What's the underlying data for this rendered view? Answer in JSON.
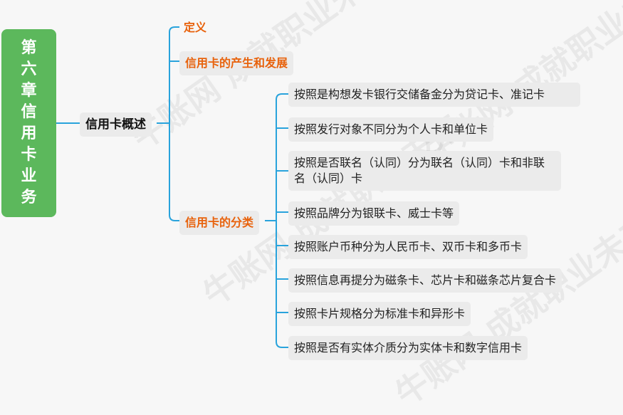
{
  "root": {
    "label": "第六章信用卡业务"
  },
  "level1": {
    "label": "信用卡概述"
  },
  "level2": [
    {
      "label": "定义"
    },
    {
      "label": "信用卡的产生和发展"
    },
    {
      "label": "信用卡的分类"
    }
  ],
  "leaves": [
    "按照是构想发卡银行交储备金分为贷记卡、准记卡",
    "按照发行对象不同分为个人卡和单位卡",
    "按照是否联名（认同）分为联名（认同）卡和非联名（认同）卡",
    "按照品牌分为银联卡、威士卡等",
    "按照账户币种分为人民币卡、双币卡和多币卡",
    "按照信息再提分为磁条卡、芯片卡和磁条芯片复合卡",
    "按照卡片规格分为标准卡和异形卡",
    "按照是否有实体介质分为实体卡和数字信用卡"
  ],
  "watermark": "牛账网 成就职业未来",
  "colors": {
    "line": "#29a3dc",
    "root": "#5cb85c",
    "accent": "#e8620c",
    "node": "#ebebeb"
  }
}
